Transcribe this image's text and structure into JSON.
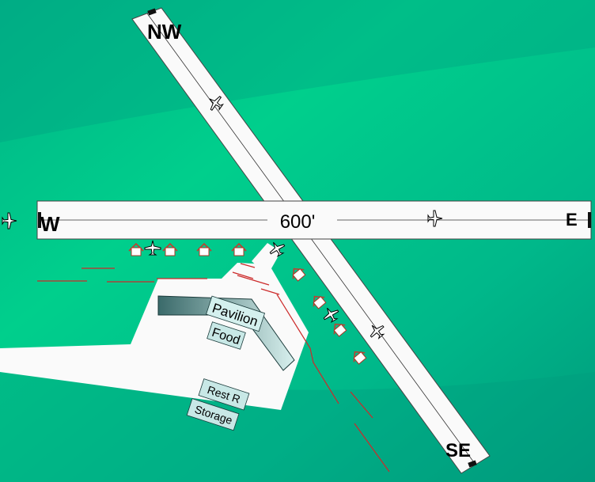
{
  "runway_ew": {
    "length_label": "600'",
    "end_west": "W",
    "end_east": "E"
  },
  "runway_nwse": {
    "end_nw": "NW",
    "end_se": "SE"
  },
  "buildings": {
    "pavilion": "Pavilion",
    "food": "Food",
    "restroom": "Rest R",
    "storage": "Storage"
  },
  "colors": {
    "grass_light": "#00cc88",
    "grass_dark": "#009a7c",
    "runway": "#fafafa",
    "building": "#b8e0dc",
    "hangar_roof": "#c04030",
    "fence": "#cc2a2a"
  },
  "icons": [
    "airplane-icon",
    "hangar-icon"
  ]
}
